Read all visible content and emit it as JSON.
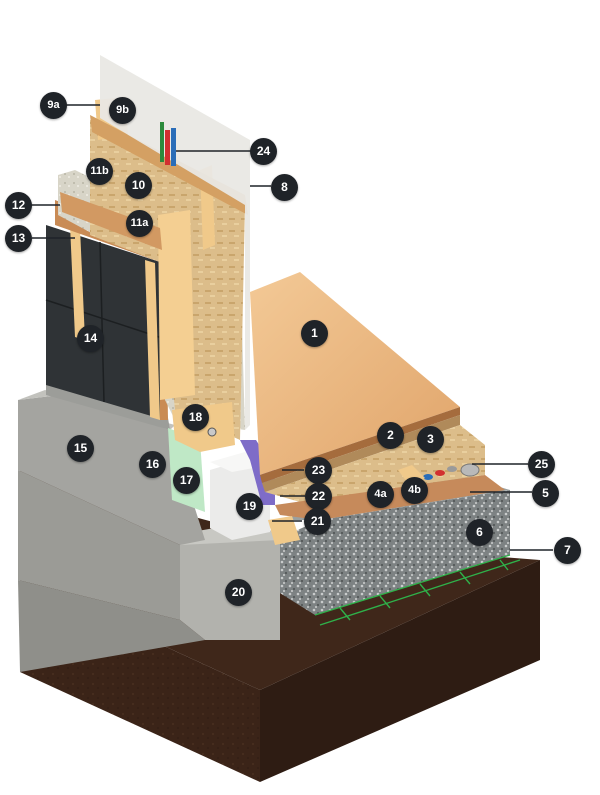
{
  "callouts": {
    "c1": "1",
    "c2": "2",
    "c3": "3",
    "c4a": "4a",
    "c4b": "4b",
    "c5": "5",
    "c6": "6",
    "c7": "7",
    "c8": "8",
    "c9a": "9a",
    "c9b": "9b",
    "c10": "10",
    "c11a": "11a",
    "c11b": "11b",
    "c12": "12",
    "c13": "13",
    "c14": "14",
    "c15": "15",
    "c16": "16",
    "c17": "17",
    "c18": "18",
    "c19": "19",
    "c20": "20",
    "c21": "21",
    "c22": "22",
    "c23": "23",
    "c24": "24",
    "c25": "25"
  },
  "colors": {
    "soil": "#3b2418",
    "concrete": "#a8a8a4",
    "gravel": "#7a7f80",
    "parquet": "#e8b27a",
    "osb": "#d9b884",
    "timber": "#f0c98a",
    "insulation": "#c8a66a",
    "cladding": "#2f3336",
    "green_xps": "#bfe8c6",
    "membrane": "#7e6cc8",
    "callout_fill": "#1f2328"
  }
}
